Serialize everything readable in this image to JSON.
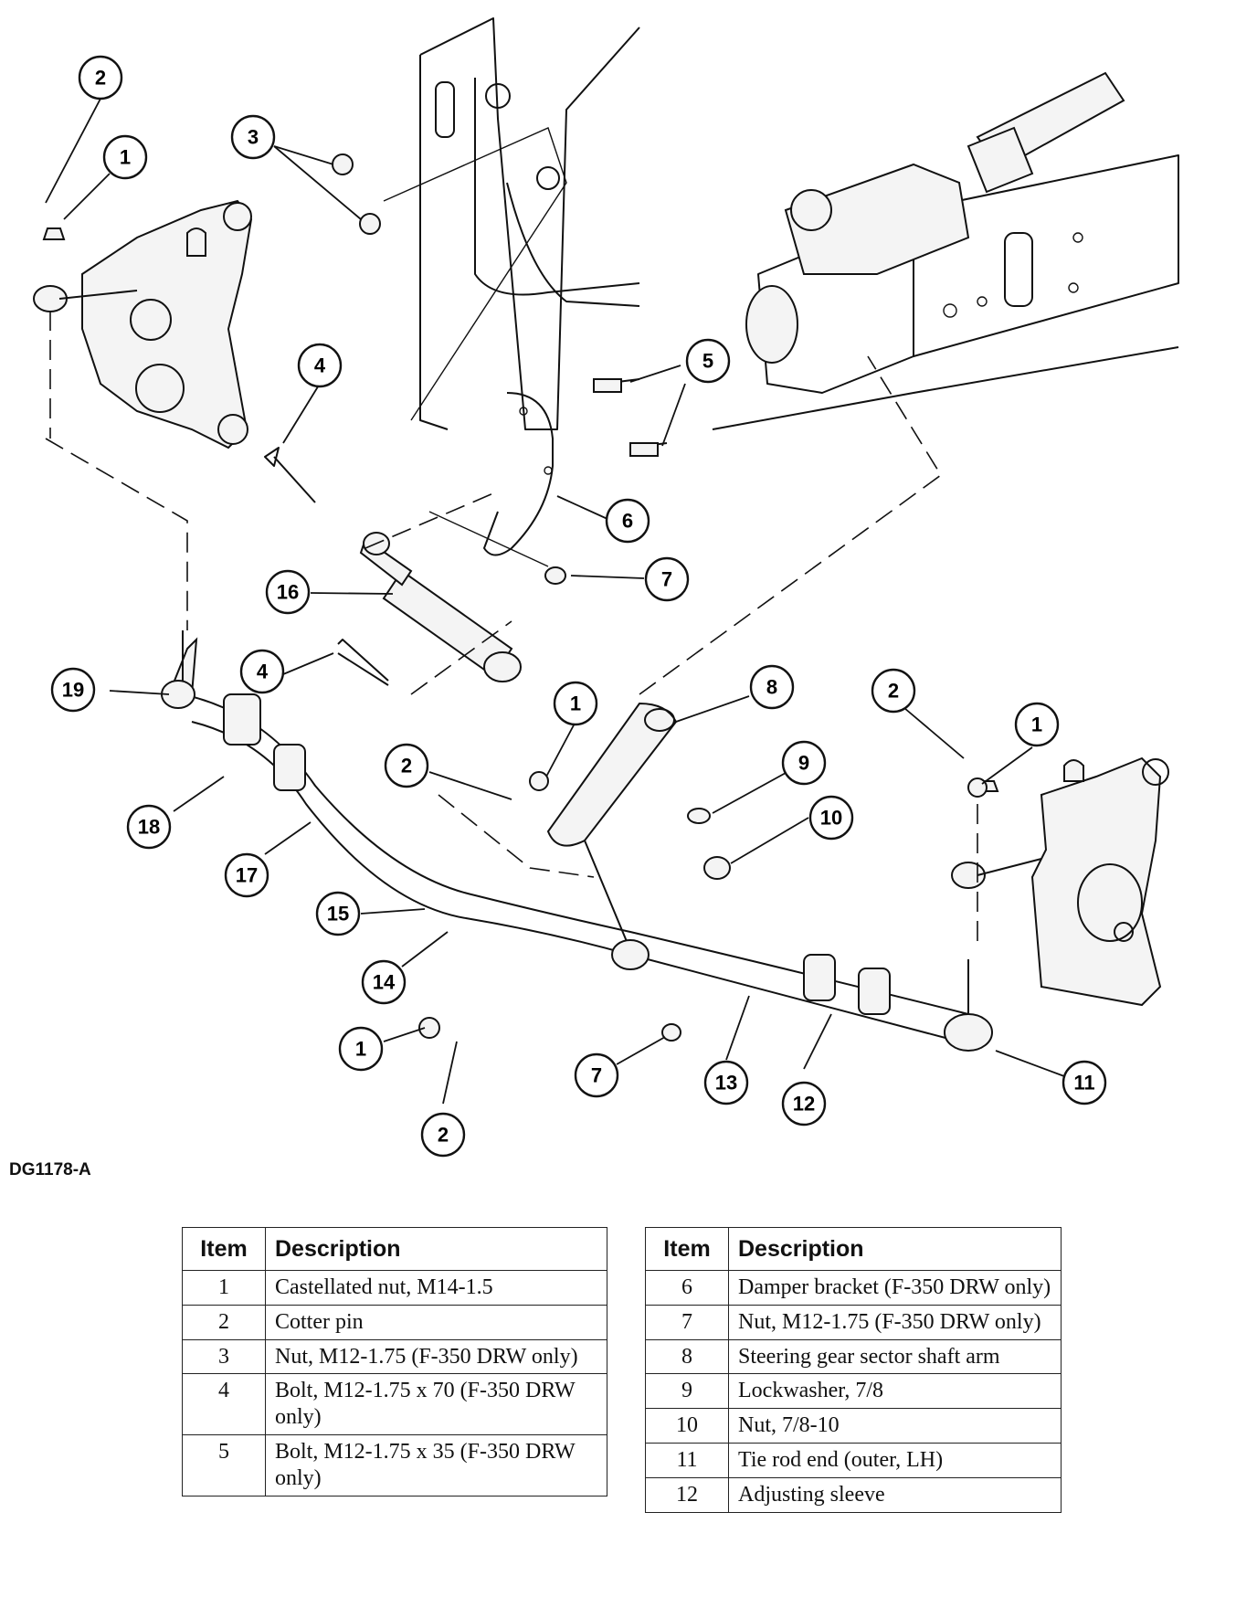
{
  "figure_id": "DG1178-A",
  "callouts": [
    {
      "label": "2"
    },
    {
      "label": "1"
    },
    {
      "label": "3"
    },
    {
      "label": "4"
    },
    {
      "label": "5"
    },
    {
      "label": "6"
    },
    {
      "label": "7"
    },
    {
      "label": "16"
    },
    {
      "label": "4"
    },
    {
      "label": "19"
    },
    {
      "label": "1"
    },
    {
      "label": "8"
    },
    {
      "label": "2"
    },
    {
      "label": "1"
    },
    {
      "label": "2"
    },
    {
      "label": "9"
    },
    {
      "label": "10"
    },
    {
      "label": "18"
    },
    {
      "label": "17"
    },
    {
      "label": "15"
    },
    {
      "label": "14"
    },
    {
      "label": "1"
    },
    {
      "label": "7"
    },
    {
      "label": "13"
    },
    {
      "label": "12"
    },
    {
      "label": "11"
    },
    {
      "label": "2"
    }
  ],
  "table_left": {
    "headers": [
      "Item",
      "Description"
    ],
    "rows": [
      {
        "item": "1",
        "description": "Castellated nut, M14-1.5"
      },
      {
        "item": "2",
        "description": "Cotter pin"
      },
      {
        "item": "3",
        "description": "Nut, M12-1.75 (F-350 DRW only)"
      },
      {
        "item": "4",
        "description": "Bolt, M12-1.75 x 70 (F-350 DRW only)"
      },
      {
        "item": "5",
        "description": "Bolt, M12-1.75 x 35 (F-350 DRW only)"
      }
    ]
  },
  "table_right": {
    "headers": [
      "Item",
      "Description"
    ],
    "rows": [
      {
        "item": "6",
        "description": "Damper bracket (F-350 DRW only)"
      },
      {
        "item": "7",
        "description": "Nut, M12-1.75 (F-350 DRW only)"
      },
      {
        "item": "8",
        "description": "Steering gear sector shaft arm"
      },
      {
        "item": "9",
        "description": "Lockwasher, 7/8"
      },
      {
        "item": "10",
        "description": "Nut, 7/8-10"
      },
      {
        "item": "11",
        "description": "Tie rod end (outer, LH)"
      },
      {
        "item": "12",
        "description": "Adjusting sleeve"
      }
    ]
  }
}
